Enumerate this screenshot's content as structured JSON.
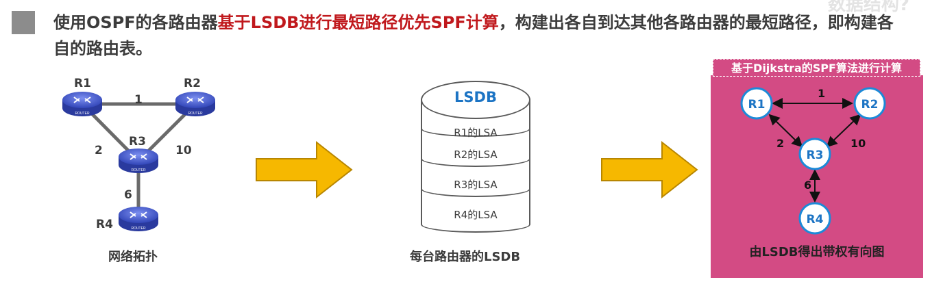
{
  "heading": {
    "part1": "使用OSPF的各路由器",
    "part2": "基于LSDB进行最短路径优先SPF计算",
    "part3": "，构建出各自到达其他各路由器的最短路径，即构建各自的路由表。"
  },
  "faded_corner": "数据结构?",
  "topology": {
    "routers": [
      "R1",
      "R2",
      "R3",
      "R4"
    ],
    "router_icon_text": "ROUTER",
    "links": [
      {
        "from": "R1",
        "to": "R2",
        "weight": "1"
      },
      {
        "from": "R1",
        "to": "R3",
        "weight": "2"
      },
      {
        "from": "R2",
        "to": "R3",
        "weight": "10"
      },
      {
        "from": "R3",
        "to": "R4",
        "weight": "6"
      }
    ],
    "caption": "网络拓扑"
  },
  "lsdb": {
    "title": "LSDB",
    "entries": [
      "R1的LSA",
      "R2的LSA",
      "R3的LSA",
      "R4的LSA"
    ],
    "caption": "每台路由器的LSDB"
  },
  "graph": {
    "title": "基于Dijkstra的SPF算法进行计算",
    "nodes": [
      "R1",
      "R2",
      "R3",
      "R4"
    ],
    "edges": [
      {
        "from": "R1",
        "to": "R2",
        "weight": "1"
      },
      {
        "from": "R1",
        "to": "R3",
        "weight": "2"
      },
      {
        "from": "R2",
        "to": "R3",
        "weight": "10"
      },
      {
        "from": "R3",
        "to": "R4",
        "weight": "6"
      }
    ],
    "caption": "由LSDB得出带权有向图"
  },
  "colors": {
    "accent_red": "#c0181c",
    "lsdb_blue": "#1c74c4",
    "panel_pink": "#d34b84",
    "node_border": "#1c8ad8",
    "arrow_fill": "#f6b800"
  }
}
